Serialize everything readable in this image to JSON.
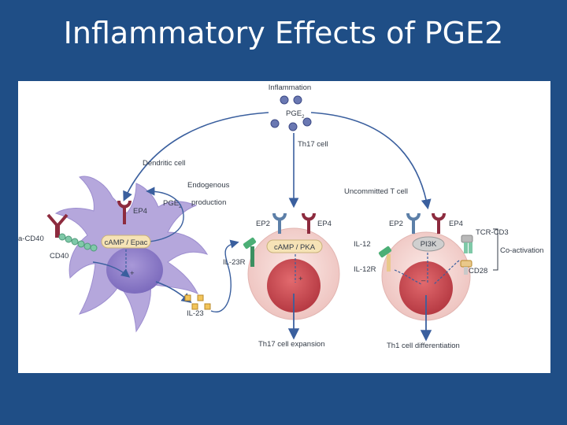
{
  "title": "Inflammatory Effects of PGE2",
  "diagram": {
    "top": {
      "inflammation": "Inflammation",
      "pge2": "PGE",
      "pge2_sub": "2",
      "th17_cell": "Th17 cell"
    },
    "dendritic": {
      "cell_label": "Dendritic cell",
      "endogenous": "Endogenous",
      "production": "production",
      "pge2": "PGE",
      "pge2_sub": "2",
      "ep4": "EP4",
      "camp": "cAMP / Epac",
      "cd40_ligand": "a-CD40",
      "cd40": "CD40",
      "il23": "IL-23"
    },
    "th17": {
      "ep2": "EP2",
      "ep4": "EP4",
      "camp": "cAMP / PKA",
      "il23r": "IL-23R",
      "plus": "+",
      "outcome": "Th17 cell expansion"
    },
    "uncommitted": {
      "cell_label": "Uncommitted T cell",
      "ep2": "EP2",
      "ep4": "EP4",
      "pi3k": "PI3K",
      "il12": "IL-12",
      "il12r": "IL-12R",
      "tcr": "TCR-CD3",
      "cd28": "CD28",
      "coactivation": "Co-activation",
      "minus": "–",
      "outcome": "Th1 cell differentiation"
    },
    "colors": {
      "dendritic_cell": "#b5a7dc",
      "dendritic_nucleus": "#8f7fcb",
      "t_cell_outer": "#f2d6d3",
      "t_cell_nucleus": "#c8484f",
      "arrow": "#3a5f9e",
      "receptor_ep4": "#8d2b3e",
      "receptor_ep2": "#5c7fa8",
      "pge2_dot": "#6a78b2"
    }
  }
}
